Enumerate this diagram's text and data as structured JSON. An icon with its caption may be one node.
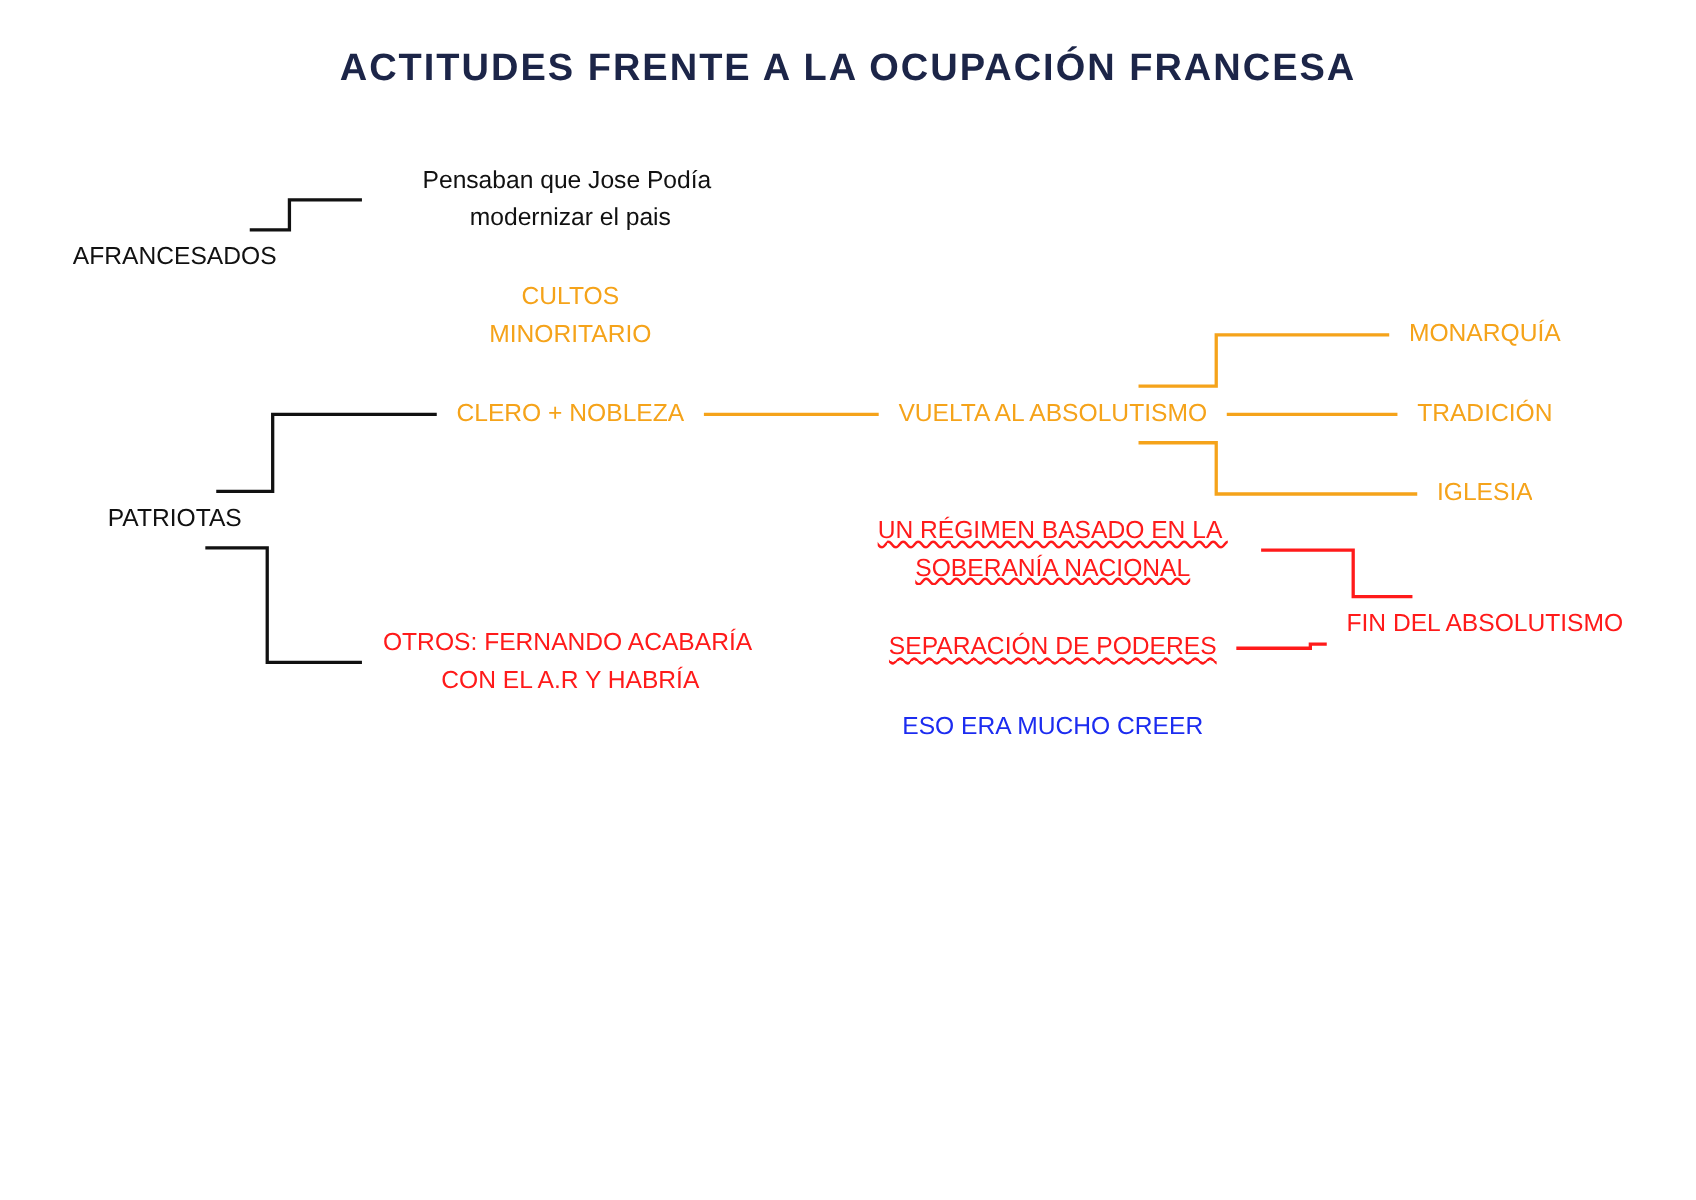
{
  "diagram": {
    "title": "ACTITUDES FRENTE A LA OCUPACIÓN FRANCESA",
    "nodes": [
      {
        "text": [
          "AFRANCESADOS"
        ]
      },
      {
        "text": [
          "Pensaban que Jose Podía modernizar el pais"
        ]
      },
      {
        "text": [
          "CULTOS",
          "MINORITARIO"
        ]
      },
      {
        "text": [
          "PATRIOTAS"
        ]
      },
      {
        "text": [
          "CLERO + NOBLEZA"
        ]
      },
      {
        "text": [
          "VUELTA AL ABSOLUTISMO"
        ]
      },
      {
        "text": [
          "MONARQUÍA"
        ]
      },
      {
        "text": [
          "TRADICIÓN"
        ]
      },
      {
        "text": [
          "IGLESIA"
        ]
      },
      {
        "text": [
          "OTROS: FERNANDO ACABARÍA CON EL A.R Y HABRÍA"
        ]
      },
      {
        "text": [
          "UN RÉGIMEN BASADO EN LA SOBERANÍA NACIONAL"
        ]
      },
      {
        "text": [
          "FIN DEL ABSOLUTISMO"
        ]
      },
      {
        "text": [
          "SEPARACIÓN DE PODERES"
        ]
      },
      {
        "text": [
          "ESO ERA MUCHO CREER"
        ]
      }
    ],
    "edges": [
      {
        "from": 0,
        "to": 1,
        "arrow": "none",
        "color": "#111111"
      },
      {
        "from": 3,
        "to": 4,
        "arrow": "none",
        "color": "#111111"
      },
      {
        "from": 3,
        "to": 9,
        "arrow": "none",
        "color": "#111111"
      },
      {
        "from": 4,
        "to": 5,
        "arrow": "none",
        "color": "#f5a31a"
      },
      {
        "from": 5,
        "to": 6,
        "arrow": "none",
        "color": "#f5a31a"
      },
      {
        "from": 5,
        "to": 7,
        "arrow": "none",
        "color": "#f5a31a"
      },
      {
        "from": 5,
        "to": 8,
        "arrow": "none",
        "color": "#f5a31a"
      },
      {
        "from": 10,
        "to": 11,
        "arrow": "none",
        "color": "#ff1a1a"
      },
      {
        "from": 12,
        "to": 11,
        "arrow": "none",
        "color": "#ff1a1a"
      }
    ]
  }
}
